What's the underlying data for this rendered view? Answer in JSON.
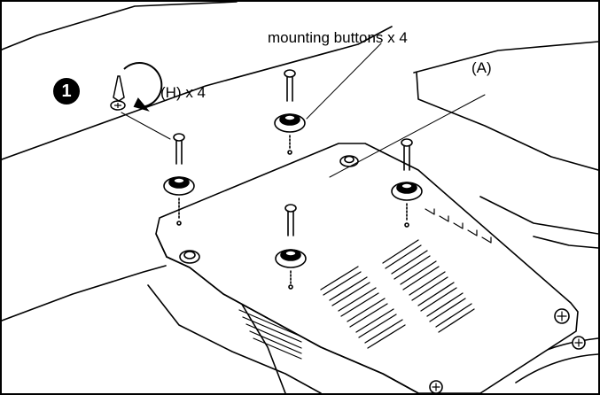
{
  "step": {
    "number": "1"
  },
  "callouts": {
    "screw_count": "(H) x 4",
    "mounting_buttons": "mounting buttons x 4",
    "panel": "(A)"
  },
  "icons": {
    "rotate": "screwdriver-rotate-clockwise-icon"
  },
  "colors": {
    "line": "#000000",
    "background": "#ffffff"
  }
}
